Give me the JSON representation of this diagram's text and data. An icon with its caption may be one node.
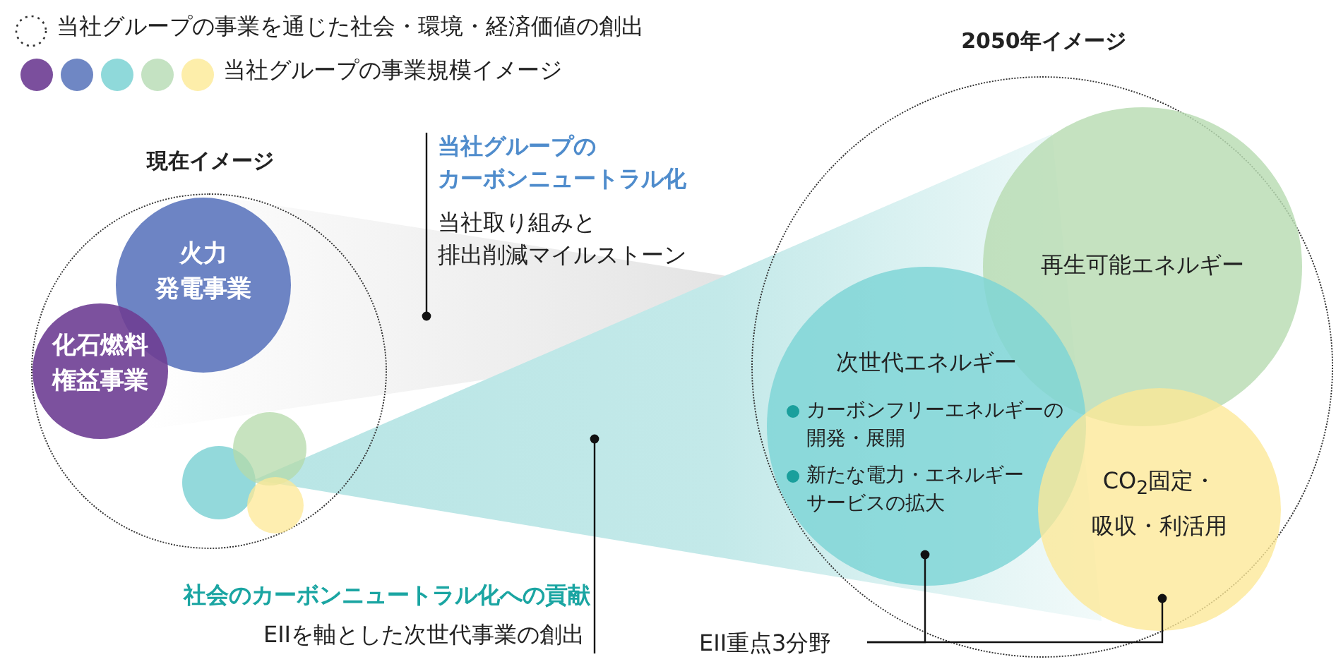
{
  "diagram": {
    "nodes": [
      {
        "text": [
          "現在イメージ"
        ]
      },
      {
        "text": [
          "火力発電事業"
        ],
        "in": 0
      },
      {
        "text": [
          "化石燃料権益事業"
        ],
        "in": 0
      },
      {
        "text": [],
        "shape": "circle",
        "in": 0
      },
      {
        "text": [],
        "shape": "circle",
        "in": 0
      },
      {
        "text": [],
        "shape": "circle",
        "in": 0
      },
      {
        "text": [
          "2050年イメージ"
        ]
      },
      {
        "text": [
          "再生可能エネルギー"
        ],
        "in": 6
      },
      {
        "text": [
          "次世代エネルギー",
          "カーボンフリーエネルギーの開発・展開",
          "新たな電力・エネルギーサービスの拡大"
        ],
        "in": 6
      },
      {
        "text": [
          "CO$_{2}$固定・吸収・利活用"
        ],
        "in": 6
      },
      {
        "text": [
          "当社グループのカーボンニュートラル化",
          "当社取り組みと排出削減マイルストーン"
        ]
      },
      {
        "text": [
          "社会のカーボンニュートラル化への貢献",
          "EIIを軸とした次世代事業の創出"
        ]
      },
      {
        "text": [
          "EII重点3分野"
        ]
      }
    ],
    "edges": [
      {
        "from": 10,
        "to": null,
        "arrow": "other"
      },
      {
        "from": 11,
        "to": null,
        "arrow": "other"
      },
      {
        "from": 12,
        "to": 8,
        "arrow": "other"
      },
      {
        "from": 12,
        "to": 9,
        "arrow": "other"
      }
    ],
    "legend": [
      {
        "text": "当社グループの事業を通じた社会・環境・経済価値の創出"
      },
      {
        "text": "当社グループの事業規模イメージ"
      }
    ]
  }
}
